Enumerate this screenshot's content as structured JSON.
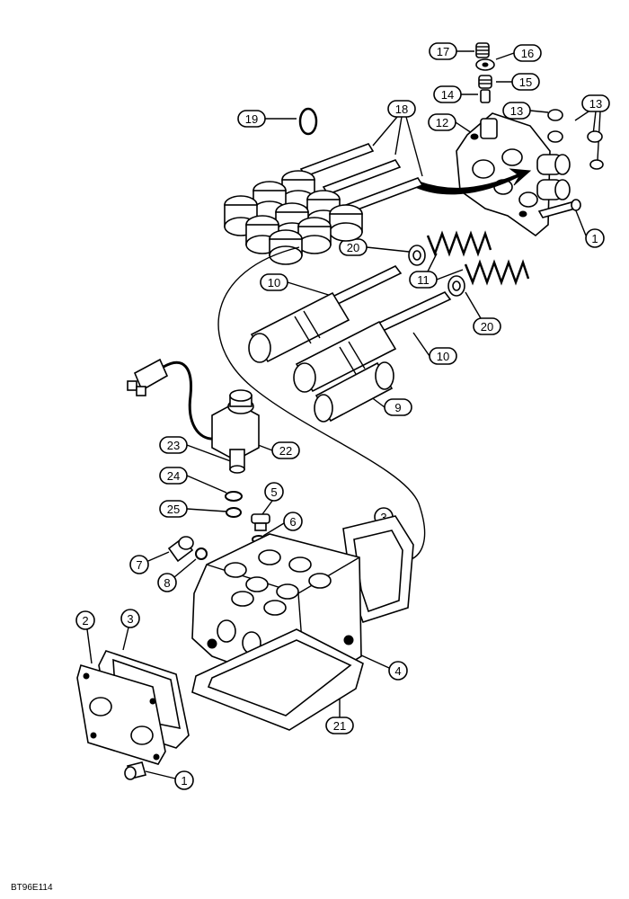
{
  "diagram_code": "BT96E114",
  "callouts": {
    "c17": "17",
    "c16": "16",
    "c15": "15",
    "c14": "14",
    "c19": "19",
    "c18": "18",
    "c12": "12",
    "c13a": "13",
    "c13b": "13",
    "c1a": "1",
    "c20a": "20",
    "c11": "11",
    "c20b": "20",
    "c10a": "10",
    "c10b": "10",
    "c9": "9",
    "c23": "23",
    "c22": "22",
    "c24": "24",
    "c25": "25",
    "c5": "5",
    "c6": "6",
    "c3a": "3",
    "c7": "7",
    "c8": "8",
    "c2": "2",
    "c3b": "3",
    "c4": "4",
    "c21": "21",
    "c1b": "1"
  }
}
